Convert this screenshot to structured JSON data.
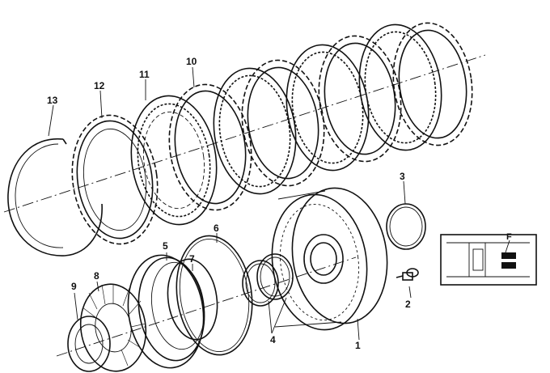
{
  "labels": {
    "p1": "1",
    "p2": "2",
    "p3": "3",
    "p4": "4",
    "p5": "5",
    "p6": "6",
    "p7": "7",
    "p8": "8",
    "p9": "9",
    "p10": "10",
    "p11": "11",
    "p12": "12",
    "p13": "13",
    "detailF": "F"
  }
}
